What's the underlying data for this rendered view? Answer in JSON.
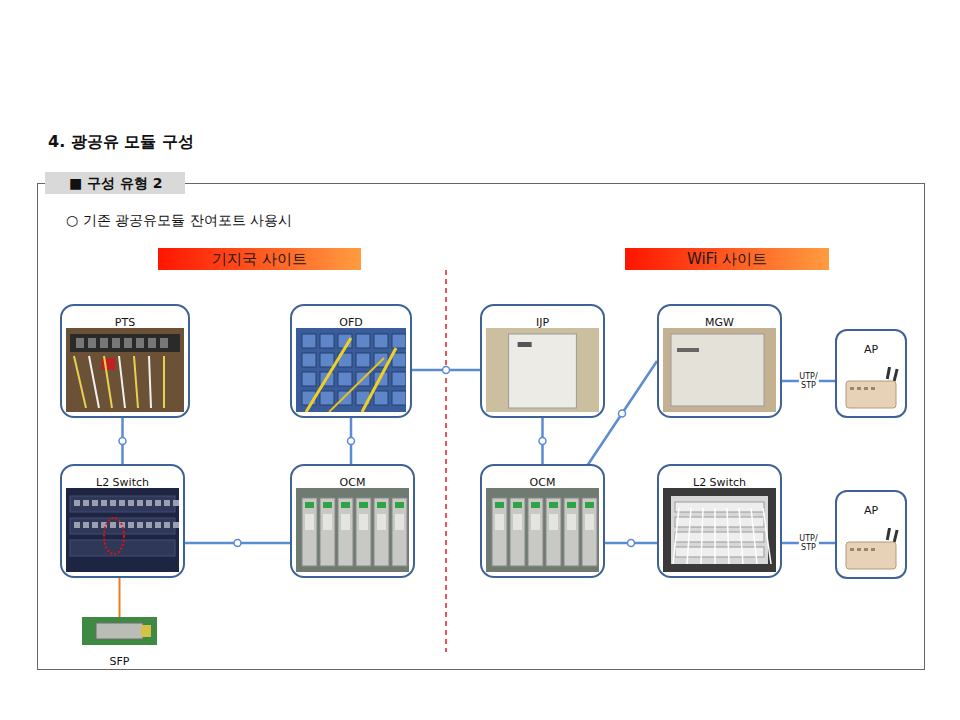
{
  "diagram": {
    "title": "4. 광공유 모듈 구성",
    "nodes": [
      {
        "text": [
          "■ 구성 유형 2"
        ]
      },
      {
        "text": [
          "기지국 사이트"
        ],
        "in": 0
      },
      {
        "text": [
          "WiFi 사이트"
        ],
        "in": 0
      },
      {
        "text": [
          "PTS"
        ],
        "in": 0
      },
      {
        "text": [
          "OFD"
        ],
        "in": 0
      },
      {
        "text": [
          "IJP"
        ],
        "in": 0
      },
      {
        "text": [
          "MGW"
        ],
        "in": 0
      },
      {
        "text": [
          "AP"
        ],
        "in": 0
      },
      {
        "text": [
          "L2 Switch"
        ],
        "in": 0
      },
      {
        "text": [
          "OCM"
        ],
        "in": 0
      },
      {
        "text": [
          "OCM"
        ],
        "in": 0
      },
      {
        "text": [
          "L2 Switch"
        ],
        "in": 0
      },
      {
        "text": [
          "AP"
        ],
        "in": 0
      },
      {
        "text": [
          "SFP"
        ],
        "in": 0
      }
    ],
    "edges": [
      {
        "from": 3,
        "to": 8,
        "arrow": "none"
      },
      {
        "from": 8,
        "to": 9,
        "arrow": "none"
      },
      {
        "from": 4,
        "to": 9,
        "arrow": "none"
      },
      {
        "from": 4,
        "to": 5,
        "arrow": "none"
      },
      {
        "from": 5,
        "to": 10,
        "arrow": "none"
      },
      {
        "from": 10,
        "to": 6,
        "arrow": "none"
      },
      {
        "from": 10,
        "to": 11,
        "arrow": "none"
      },
      {
        "from": 6,
        "to": 7,
        "label": "UTP/ STP",
        "arrow": "none"
      },
      {
        "from": 11,
        "to": 12,
        "label": "UTP/ STP",
        "arrow": "none"
      },
      {
        "from": 8,
        "to": 13,
        "arrow": "none"
      }
    ],
    "labels": [
      "○ 기존 광공유모듈 잔여포트 사용시"
    ]
  }
}
